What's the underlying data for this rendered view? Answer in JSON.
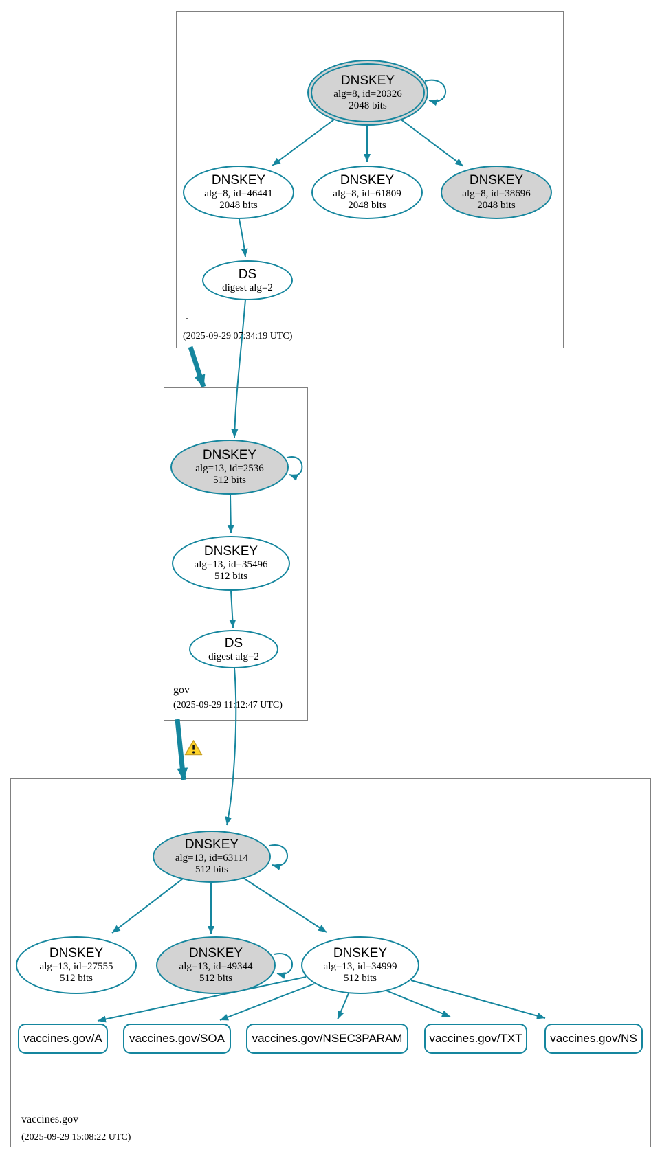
{
  "diagram": {
    "type": "dnssec-authentication-chain",
    "colors": {
      "edge_secure": "#15869E",
      "ksk_fill": "#d3d3d3",
      "zsk_fill": "#ffffff",
      "zone_box_border": "#808080",
      "warning_fill": "#ffd42a"
    }
  },
  "zones": {
    "root": {
      "name": ".",
      "timestamp": "(2025-09-29 07:34:19 UTC)",
      "ksk": {
        "title": "DNSKEY",
        "detail": "alg=8, id=20326",
        "bits": "2048 bits"
      },
      "zsk1": {
        "title": "DNSKEY",
        "detail": "alg=8, id=46441",
        "bits": "2048 bits"
      },
      "zsk2": {
        "title": "DNSKEY",
        "detail": "alg=8, id=61809",
        "bits": "2048 bits"
      },
      "ksk2": {
        "title": "DNSKEY",
        "detail": "alg=8, id=38696",
        "bits": "2048 bits"
      },
      "ds": {
        "title": "DS",
        "detail": "digest alg=2"
      }
    },
    "gov": {
      "name": "gov",
      "timestamp": "(2025-09-29 11:12:47 UTC)",
      "ksk": {
        "title": "DNSKEY",
        "detail": "alg=13, id=2536",
        "bits": "512 bits"
      },
      "zsk": {
        "title": "DNSKEY",
        "detail": "alg=13, id=35496",
        "bits": "512 bits"
      },
      "ds": {
        "title": "DS",
        "detail": "digest alg=2"
      }
    },
    "vaccines": {
      "name": "vaccines.gov",
      "timestamp": "(2025-09-29 15:08:22 UTC)",
      "ksk": {
        "title": "DNSKEY",
        "detail": "alg=13, id=63114",
        "bits": "512 bits"
      },
      "zsk1": {
        "title": "DNSKEY",
        "detail": "alg=13, id=27555",
        "bits": "512 bits"
      },
      "zsk2": {
        "title": "DNSKEY",
        "detail": "alg=13, id=49344",
        "bits": "512 bits"
      },
      "zsk3": {
        "title": "DNSKEY",
        "detail": "alg=13, id=34999",
        "bits": "512 bits"
      },
      "rrsets": [
        {
          "label": "vaccines.gov/A"
        },
        {
          "label": "vaccines.gov/SOA"
        },
        {
          "label": "vaccines.gov/NSEC3PARAM"
        },
        {
          "label": "vaccines.gov/TXT"
        },
        {
          "label": "vaccines.gov/NS"
        }
      ]
    }
  },
  "icons": {
    "warning": "warning-triangle"
  }
}
